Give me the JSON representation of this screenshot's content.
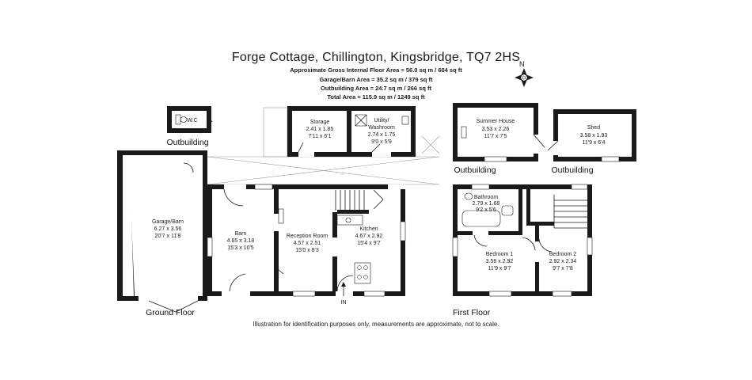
{
  "header": {
    "title": "Forge Cottage, Chillington, Kingsbridge, TQ7 2HS",
    "gross_area": "Approximate Gross Internal Floor Area  = 56.0 sq m / 604 sq ft",
    "garage_area": "Garage/Barn Area = 35.2 sq m / 379 sq ft",
    "outbuilding_area": "Outbuilding Area = 24.7 sq m / 266 sq ft",
    "total_area": "Total Area = 115.9 sq m / 1249 sq ft"
  },
  "compass": {
    "label": "N"
  },
  "outbuildings": {
    "wc": {
      "name": "W.C",
      "section_label": "Outbuilding"
    },
    "summer_house": {
      "name": "Summer House",
      "metric": "3.53 x 2.26",
      "imperial": "11'7 x 7'5",
      "section_label": "Outbuilding"
    },
    "shed": {
      "name": "Shed",
      "metric": "3.58 x 1.93",
      "imperial": "11'9 x 6'4",
      "section_label": "Outbuilding"
    }
  },
  "ground_floor": {
    "label": "Ground Floor",
    "entrance": "IN",
    "rooms": {
      "storage": {
        "name": "Storage",
        "metric": "2.41 x 1.85",
        "imperial": "7'11 x 6'1"
      },
      "utility": {
        "name_1": "Utility/",
        "name_2": "Washroom",
        "metric": "2.74 x 1.75",
        "imperial": "9'0 x 5'9"
      },
      "garage": {
        "name": "Garage/Barn",
        "metric": "6.27 x 3.56",
        "imperial": "20'7 x 11'8"
      },
      "barn": {
        "name": "Barn",
        "metric": "4.65 x 3.18",
        "imperial": "15'3 x 10'5"
      },
      "reception": {
        "name": "Reception Room",
        "metric": "4.57 x 2.51",
        "imperial": "15'0 x 8'3"
      },
      "kitchen": {
        "name": "Kitchen",
        "metric": "4.67 x 2.92",
        "imperial": "15'4 x 9'7"
      }
    }
  },
  "first_floor": {
    "label": "First Floor",
    "rooms": {
      "bathroom": {
        "name": "Bathroom",
        "metric": "2.79 x 1.68",
        "imperial": "9'2 x 5'6"
      },
      "bedroom1": {
        "name": "Bedroom 1",
        "metric": "3.58 x 2.92",
        "imperial": "11'9 x 9'7"
      },
      "bedroom2": {
        "name": "Bedroom 2",
        "metric": "2.92 x 2.34",
        "imperial": "9'7 x 7'8"
      }
    }
  },
  "footer": {
    "disclaimer": "Illustration for identification purposes only, measurements are approximate, not to scale."
  }
}
